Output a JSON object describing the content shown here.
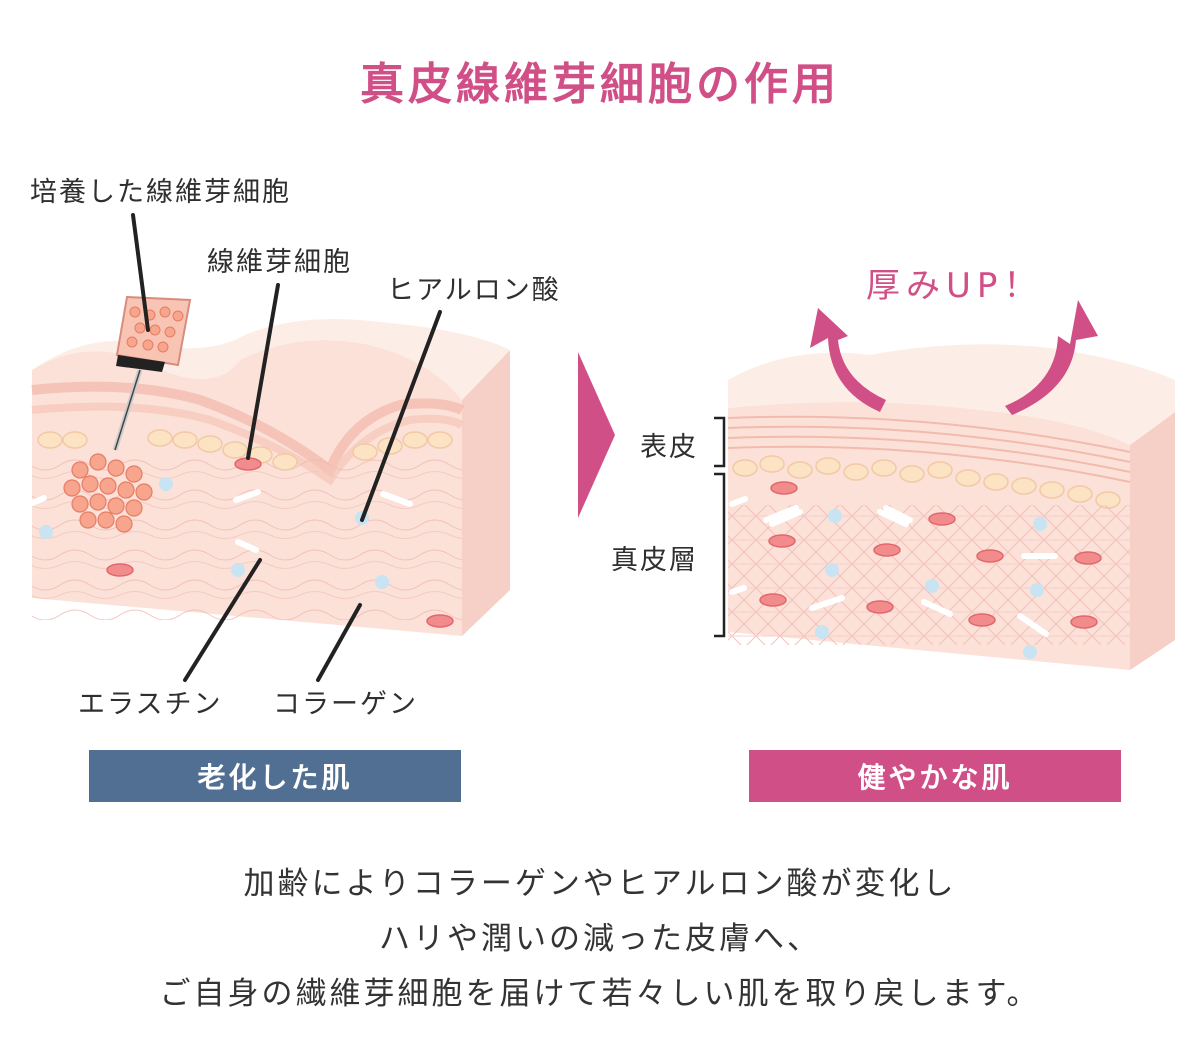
{
  "title": "真皮線維芽細胞の作用",
  "labels": {
    "cultured_fibroblast": "培養した線維芽細胞",
    "fibroblast": "線維芽細胞",
    "hyaluronic_acid": "ヒアルロン酸",
    "elastin": "エラスチン",
    "collagen": "コラーゲン",
    "epidermis": "表皮",
    "dermis": "真皮層",
    "thickness_up": "厚みUP！"
  },
  "banners": {
    "aged_skin": "老化した肌",
    "healthy_skin": "健やかな肌"
  },
  "colors": {
    "title_pink": "#d14f87",
    "aged_banner": "#516f92",
    "healthy_banner": "#d14f87",
    "skin_light": "#fde6dc",
    "skin_base": "#f9d9cc",
    "cell_red": "#e86a72",
    "hyaluronic_blue": "#c8e4f3"
  },
  "caption": {
    "line1": "加齢によりコラーゲンやヒアルロン酸が変化し",
    "line2": "ハリや潤いの減った皮膚へ、",
    "line3": "ご自身の繊維芽細胞を届けて若々しい肌を取り戻します。"
  }
}
